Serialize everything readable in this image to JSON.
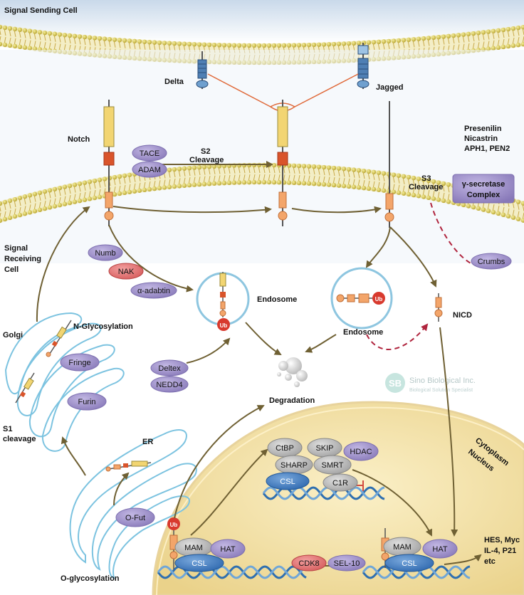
{
  "labels": {
    "signal_sending_cell": "Signal Sending Cell",
    "delta": "Delta",
    "jagged": "Jagged",
    "notch": "Notch",
    "presenilin_1": "Presenilin",
    "presenilin_2": "Nicastrin",
    "presenilin_3": "APH1, PEN2",
    "s2_1": "S2",
    "s2_2": "Cleavage",
    "s3_1": "S3",
    "s3_2": "Cleavage",
    "signal_receiving_1": "Signal",
    "signal_receiving_2": "Receiving",
    "signal_receiving_3": "Cell",
    "endosome_1": "Endosome",
    "endosome_2": "Endosome",
    "nicd": "NICD",
    "golgi": "Golgi",
    "n_glycosylation": "N-Glycosylation",
    "degradation": "Degradation",
    "s1_1": "S1",
    "s1_2": "cleavage",
    "er": "ER",
    "o_glycosylation": "O-glycosylation",
    "cytoplasm": "Cytoplasm",
    "nucleus": "Nucleus",
    "targets_1": "HES, Myc",
    "targets_2": "IL-4, P21",
    "targets_3": "etc",
    "ub": "Ub",
    "watermark_brand": "Sino Biological Inc.",
    "watermark_tagline": "Biological Solution Specialist",
    "watermark_logo": "SB"
  },
  "proteins": {
    "tace": "TACE",
    "adam": "ADAM",
    "gamma_secretase_1": "γ-secretase",
    "gamma_secretase_2": "Complex",
    "numb": "Numb",
    "nak": "NAK",
    "alpha_adaptin": "α-adabtin",
    "crumbs": "Crumbs",
    "deltex": "Deltex",
    "nedd4": "NEDD4",
    "fringe": "Fringe",
    "furin": "Furin",
    "ofut": "O-Fut",
    "ctbp": "CtBP",
    "skip": "SKIP",
    "hdac": "HDAC",
    "sharp": "SHARP",
    "smrt": "SMRT",
    "csl": "CSL",
    "c1r": "C1R",
    "mam": "MAM",
    "hat": "HAT",
    "cdk8": "CDK8",
    "sel10": "SEL-10"
  },
  "colors": {
    "background_top": "#dde8f3",
    "membrane_head": "#d8cf4a",
    "membrane_tail": "#d9c24f",
    "cytoplasm_bg": "#ffffff",
    "nucleus_fill": "#f4e1a5",
    "protein_purple": "#9b8dc6",
    "protein_red": "#e16d6d",
    "protein_gray": "#b8b8b8",
    "csl_blue": "#3b7bc3",
    "arrow": "#6f6033",
    "crimson_dash": "#b0253e",
    "notch_yellow": "#f2d572",
    "notch_red": "#d9542b",
    "notch_orange": "#f3a56a",
    "delta_blue": "#5b87b8",
    "membrane_outline": "#8ec6e0"
  }
}
